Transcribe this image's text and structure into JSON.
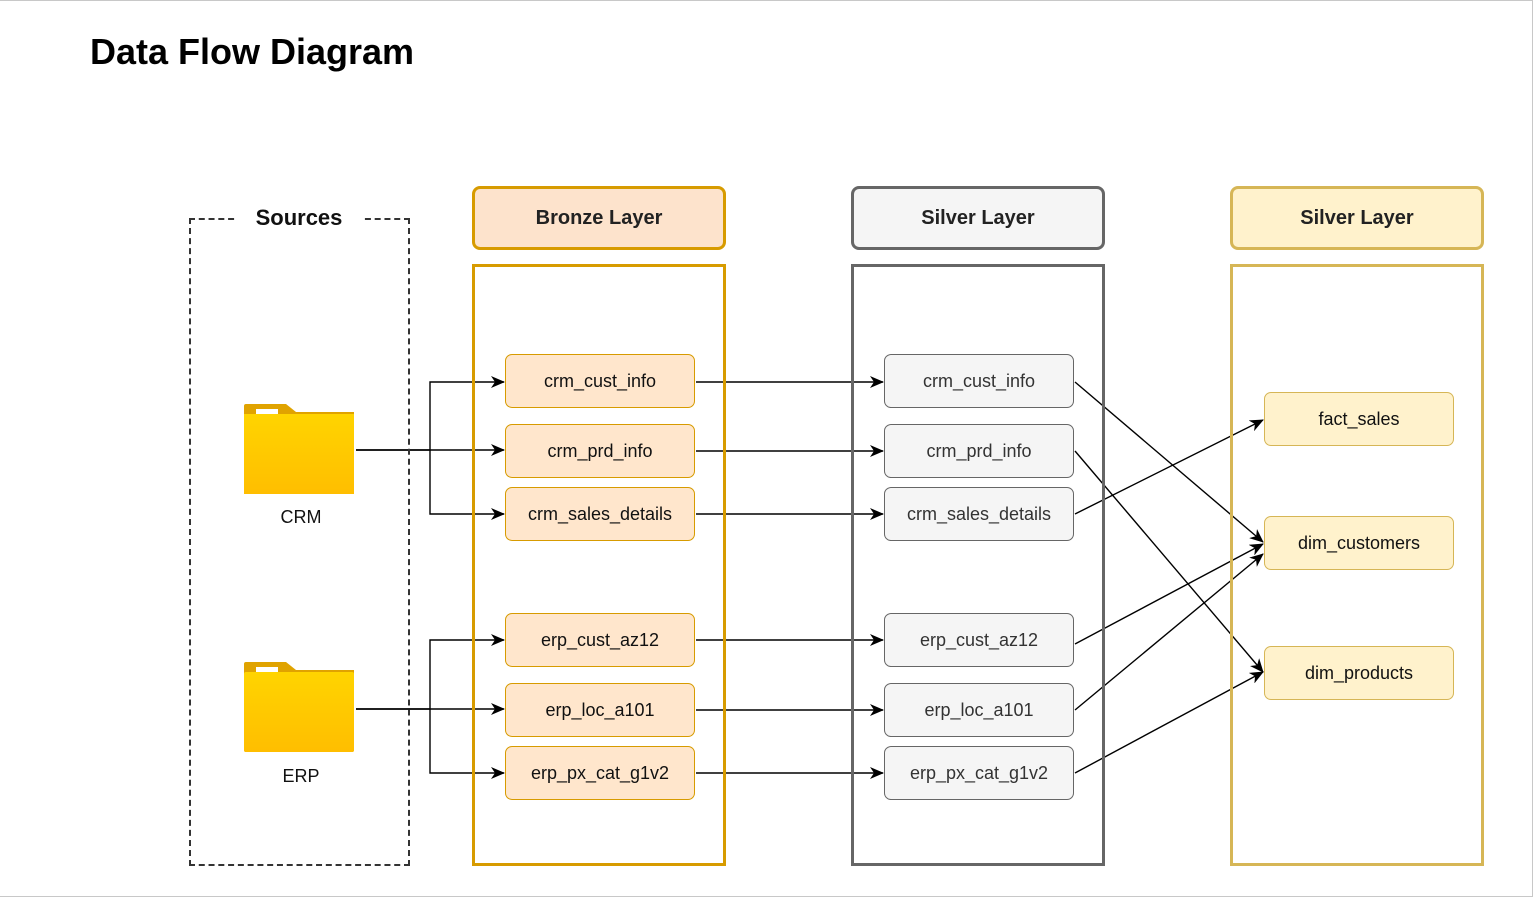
{
  "title": "Data Flow Diagram",
  "sources": {
    "title": "Sources",
    "items": [
      {
        "label": "CRM",
        "icon": "folder-icon"
      },
      {
        "label": "ERP",
        "icon": "folder-icon"
      }
    ]
  },
  "layers": {
    "bronze": {
      "title": "Bronze Layer",
      "tables": [
        "crm_cust_info",
        "crm_prd_info",
        "crm_sales_details",
        "erp_cust_az12",
        "erp_loc_a101",
        "erp_px_cat_g1v2"
      ]
    },
    "silver": {
      "title": "Silver Layer",
      "tables": [
        "crm_cust_info",
        "crm_prd_info",
        "crm_sales_details",
        "erp_cust_az12",
        "erp_loc_a101",
        "erp_px_cat_g1v2"
      ]
    },
    "gold": {
      "title": "Silver Layer",
      "tables": [
        "fact_sales",
        "dim_customers",
        "dim_products"
      ]
    }
  },
  "colors": {
    "bronze_fill": "#ffe6cc",
    "bronze_stroke": "#d79b00",
    "silver_fill": "#f5f5f5",
    "silver_stroke": "#666666",
    "gold_fill": "#fff2cc",
    "gold_stroke": "#d6b656",
    "folder": "#ffc800"
  }
}
